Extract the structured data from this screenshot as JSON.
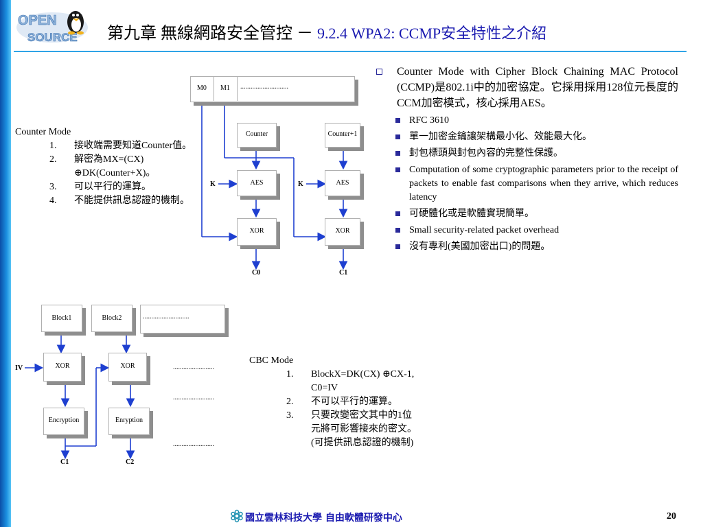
{
  "header": {
    "title": "第九章 無線網路安全管控 －",
    "subtitle": "9.2.4 WPA2: CCMP安全特性之介紹",
    "logo_text": "OPEN SOURCE"
  },
  "ctr_diagram": {
    "blocks": [
      "M0",
      "M1"
    ],
    "dots": "............................",
    "counter": "Counter",
    "counter_plus": "Counter+1",
    "aes": "AES",
    "xor": "XOR",
    "k": "K",
    "c0": "C0",
    "c1": "C1"
  },
  "counter_mode": {
    "heading": "Counter Mode",
    "items": [
      {
        "num": "1.",
        "text": "接收端需要知道Counter值。"
      },
      {
        "num": "2.",
        "text": "解密為MX=(CX)"
      },
      {
        "num": "",
        "text": "⊕DK(Counter+X)。"
      },
      {
        "num": "3.",
        "text": "可以平行的運算。"
      },
      {
        "num": "4.",
        "text": "不能提供訊息認證的機制。"
      }
    ]
  },
  "cbc_diagram": {
    "block1": "Block1",
    "block2": "Block2",
    "dots": "...........................",
    "iv": "IV",
    "xor": "XOR",
    "encryption": "Encryption",
    "enryption": "Enryption",
    "c1": "C1",
    "c2": "C2",
    "row_dots": "........................"
  },
  "cbc_mode": {
    "heading": "CBC Mode",
    "items": [
      {
        "num": "1.",
        "text": "BlockX=DK(CX) ⊕CX-1,"
      },
      {
        "num": "",
        "text": "C0=IV"
      },
      {
        "num": "2.",
        "text": "不可以平行的運算。"
      },
      {
        "num": "3.",
        "text": "只要改變密文其中的1位"
      },
      {
        "num": "",
        "text": "元將可影響接來的密文。"
      },
      {
        "num": "",
        "text": "(可提供訊息認證的機制)"
      }
    ]
  },
  "right_panel": {
    "main": "Counter Mode with Cipher Block Chaining MAC Protocol (CCMP)是802.1i中的加密協定。它採用採用128位元長度的CCM加密模式，核心採用AES。",
    "bullets": [
      "RFC 3610",
      "單一加密金鑰讓架構最小化、效能最大化。",
      "封包標頭與封包內容的完整性保護。",
      "Computation of some cryptographic parameters prior to the receipt of packets to enable fast comparisons when they arrive, which reduces latency",
      "可硬體化或是軟體實現簡單。",
      "Small security-related packet overhead",
      "沒有專利(美國加密出口)的問題。"
    ]
  },
  "footer": {
    "org": "國立雲林科技大學 自由軟體研發中心",
    "page": "20"
  },
  "colors": {
    "arrow": "#1e3fd0",
    "title_blue": "#1a1ab0",
    "rule": "#2fa3e6"
  }
}
